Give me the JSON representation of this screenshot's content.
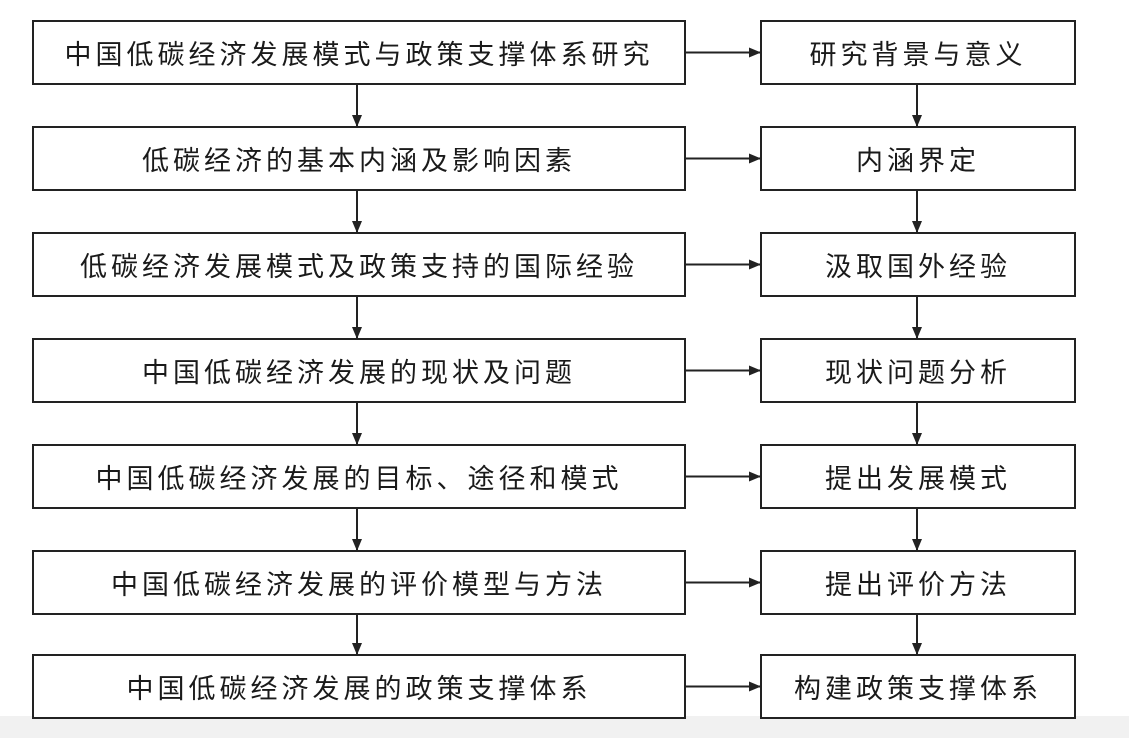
{
  "left_steps": [
    "中国低碳经济发展模式与政策支撑体系研究",
    "低碳经济的基本内涵及影响因素",
    "低碳经济发展模式及政策支持的国际经验",
    "中国低碳经济发展的现状及问题",
    "中国低碳经济发展的目标、途径和模式",
    "中国低碳经济发展的评价模型与方法",
    "中国低碳经济发展的政策支撑体系"
  ],
  "right_steps": [
    "研究背景与意义",
    "内涵界定",
    "汲取国外经验",
    "现状问题分析",
    "提出发展模式",
    "提出评价方法",
    "构建政策支撑体系"
  ],
  "colors": {
    "line": "#222222",
    "text": "#1a1a1a",
    "background": "#ffffff"
  }
}
